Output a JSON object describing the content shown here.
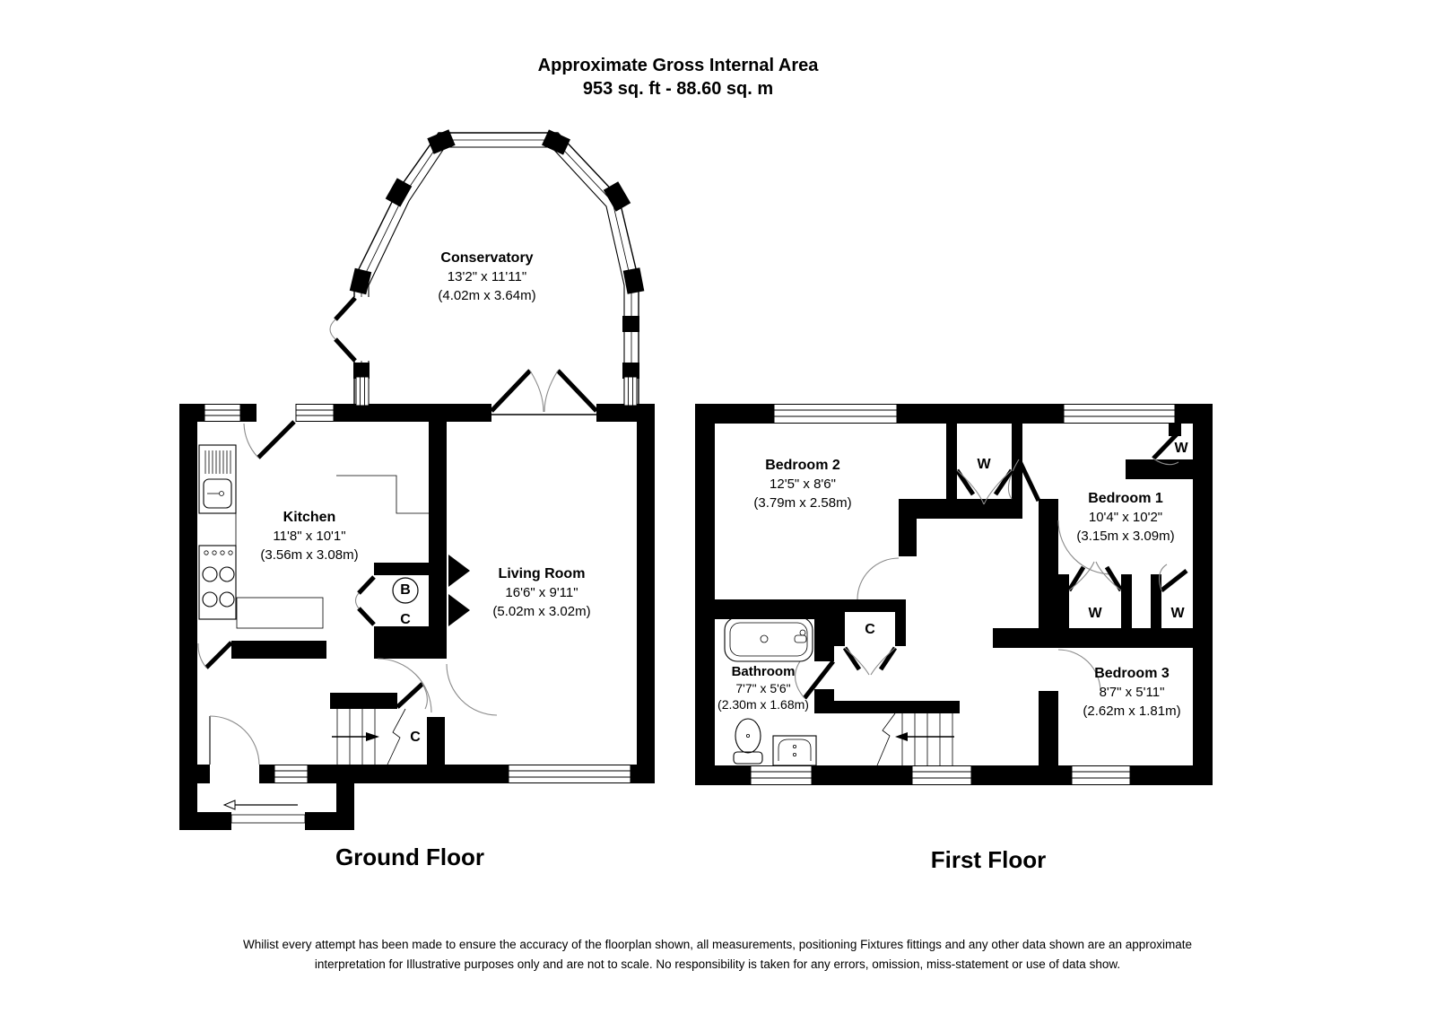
{
  "header": {
    "title_line1": "Approximate Gross Internal Area",
    "title_line2": "953 sq. ft - 88.60 sq. m"
  },
  "ground_floor": {
    "label": "Ground Floor",
    "rooms": {
      "conservatory": {
        "name": "Conservatory",
        "imperial": "13'2\" x 11'11\"",
        "metric": "(4.02m x 3.64m)"
      },
      "kitchen": {
        "name": "Kitchen",
        "imperial": "11'8\" x 10'1\"",
        "metric": "(3.56m x 3.08m)"
      },
      "living_room": {
        "name": "Living Room",
        "imperial": "16'6\" x 9'11\"",
        "metric": "(5.02m x 3.02m)"
      }
    },
    "markers": {
      "boiler": "B",
      "cupboard": "C"
    }
  },
  "first_floor": {
    "label": "First Floor",
    "rooms": {
      "bedroom1": {
        "name": "Bedroom 1",
        "imperial": "10'4\" x 10'2\"",
        "metric": "(3.15m x 3.09m)"
      },
      "bedroom2": {
        "name": "Bedroom 2",
        "imperial": "12'5\" x 8'6\"",
        "metric": "(3.79m x 2.58m)"
      },
      "bedroom3": {
        "name": "Bedroom 3",
        "imperial": "8'7\" x 5'11\"",
        "metric": "(2.62m x 1.81m)"
      },
      "bathroom": {
        "name": "Bathroom",
        "imperial": "7'7\" x 5'6\"",
        "metric": "(2.30m x 1.68m)"
      }
    },
    "markers": {
      "wardrobe": "W",
      "cupboard": "C"
    }
  },
  "disclaimer": {
    "line1": "Whilist every attempt has been made to ensure the accuracy of the floorplan shown, all measurements, positioning Fixtures fittings and any other data shown are an approximate",
    "line2": "interpretation for Illustrative purposes only  and are not to scale. No responsibility is taken for any errors, omission, miss-statement or use of data show."
  },
  "colors": {
    "wall": "#000000",
    "background": "#ffffff"
  }
}
